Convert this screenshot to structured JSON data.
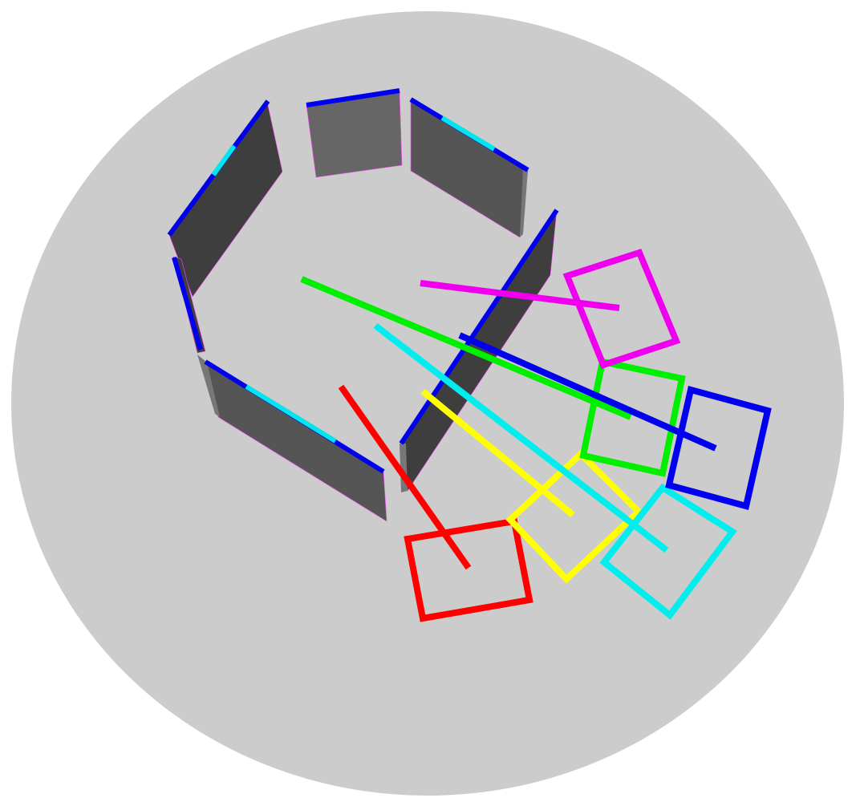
{
  "scene": {
    "colors": {
      "background": "#ffffff",
      "floor": "#cccccc",
      "wall_face_dark": "#3e3e3e",
      "wall_face_mid": "#555555",
      "wall_face_light": "#666666",
      "wall_side": "#777777",
      "wall_top": "#0000ee",
      "wall_accent": "#00e5ee",
      "wall_base_edge": "#ff44ff"
    },
    "agents": [
      {
        "name": "red",
        "color": "#ff0000"
      },
      {
        "name": "yellow",
        "color": "#ffff00"
      },
      {
        "name": "cyan",
        "color": "#00eeee"
      },
      {
        "name": "green",
        "color": "#00ee00"
      },
      {
        "name": "blue",
        "color": "#0000ee"
      },
      {
        "name": "magenta",
        "color": "#ee00ee"
      }
    ]
  }
}
